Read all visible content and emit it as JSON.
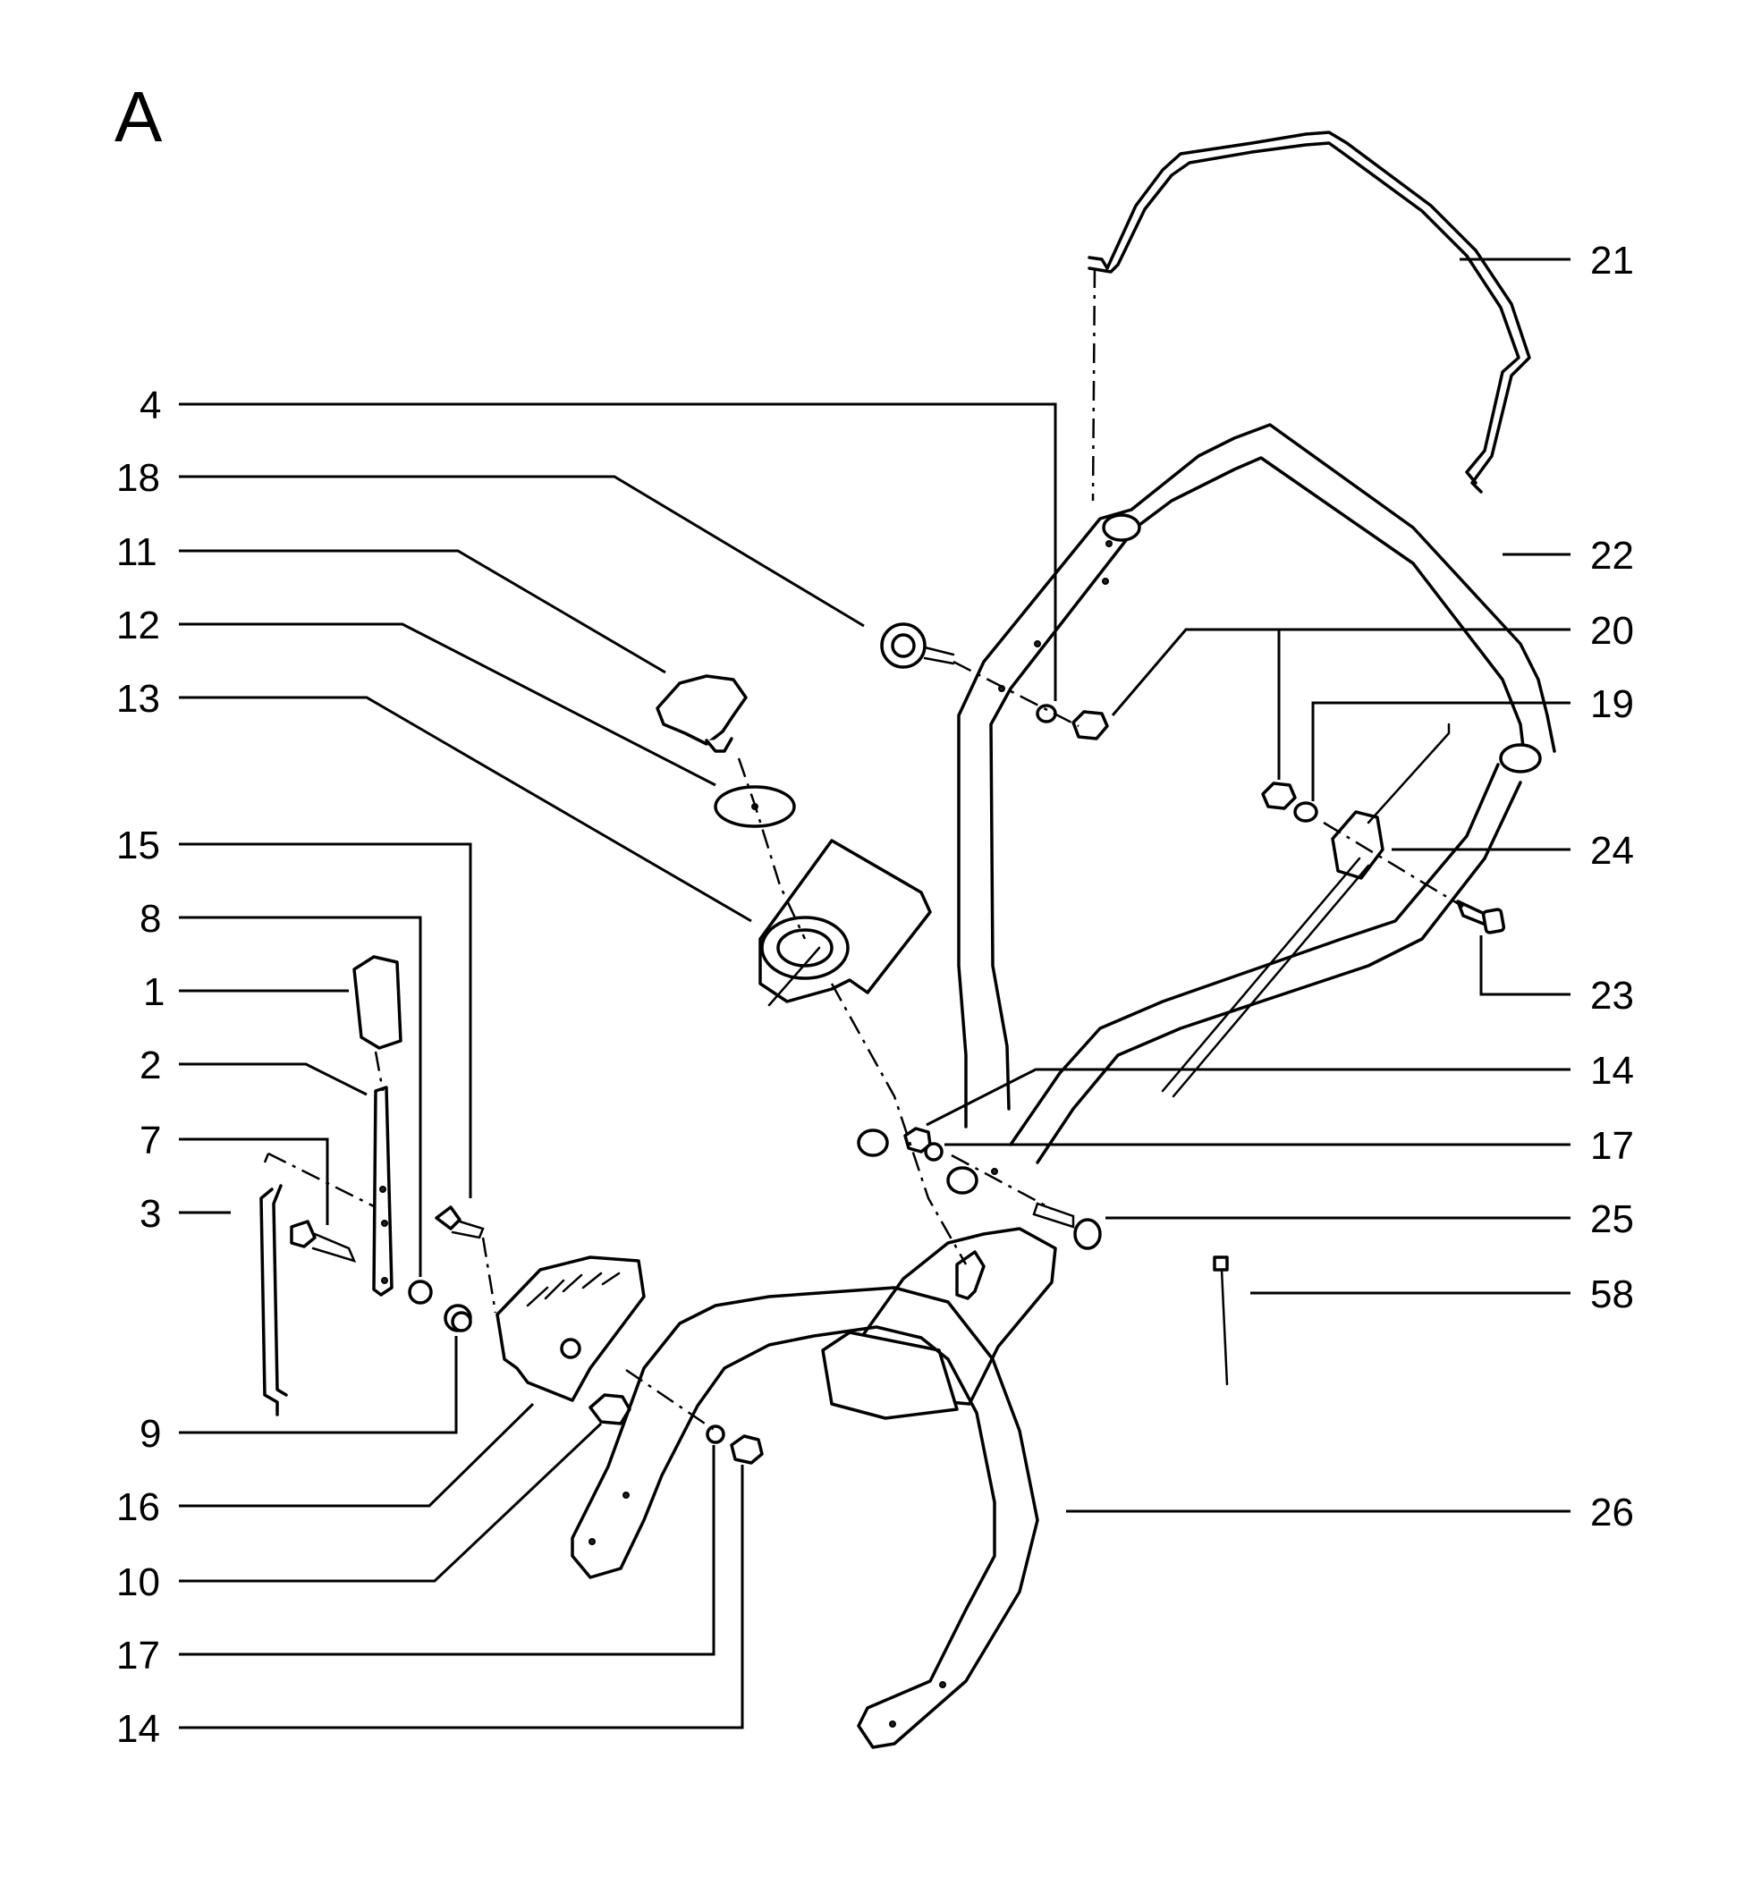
{
  "diagram": {
    "section_letter": "A",
    "callouts": [
      {
        "id": "c21",
        "label": "21"
      },
      {
        "id": "c4",
        "label": "4"
      },
      {
        "id": "c18",
        "label": "18"
      },
      {
        "id": "c11",
        "label": "11"
      },
      {
        "id": "c22",
        "label": "22"
      },
      {
        "id": "c20",
        "label": "20"
      },
      {
        "id": "c12",
        "label": "12"
      },
      {
        "id": "c13",
        "label": "13"
      },
      {
        "id": "c19",
        "label": "19"
      },
      {
        "id": "c15",
        "label": "15"
      },
      {
        "id": "c24",
        "label": "24"
      },
      {
        "id": "c8",
        "label": "8"
      },
      {
        "id": "c1",
        "label": "1"
      },
      {
        "id": "c23",
        "label": "23"
      },
      {
        "id": "c2",
        "label": "2"
      },
      {
        "id": "c14a",
        "label": "14"
      },
      {
        "id": "c7",
        "label": "7"
      },
      {
        "id": "c17a",
        "label": "17"
      },
      {
        "id": "c3",
        "label": "3"
      },
      {
        "id": "c25",
        "label": "25"
      },
      {
        "id": "c58",
        "label": "58"
      },
      {
        "id": "c9",
        "label": "9"
      },
      {
        "id": "c16",
        "label": "16"
      },
      {
        "id": "c26",
        "label": "26"
      },
      {
        "id": "c10",
        "label": "10"
      },
      {
        "id": "c17b",
        "label": "17"
      },
      {
        "id": "c14b",
        "label": "14"
      }
    ]
  }
}
